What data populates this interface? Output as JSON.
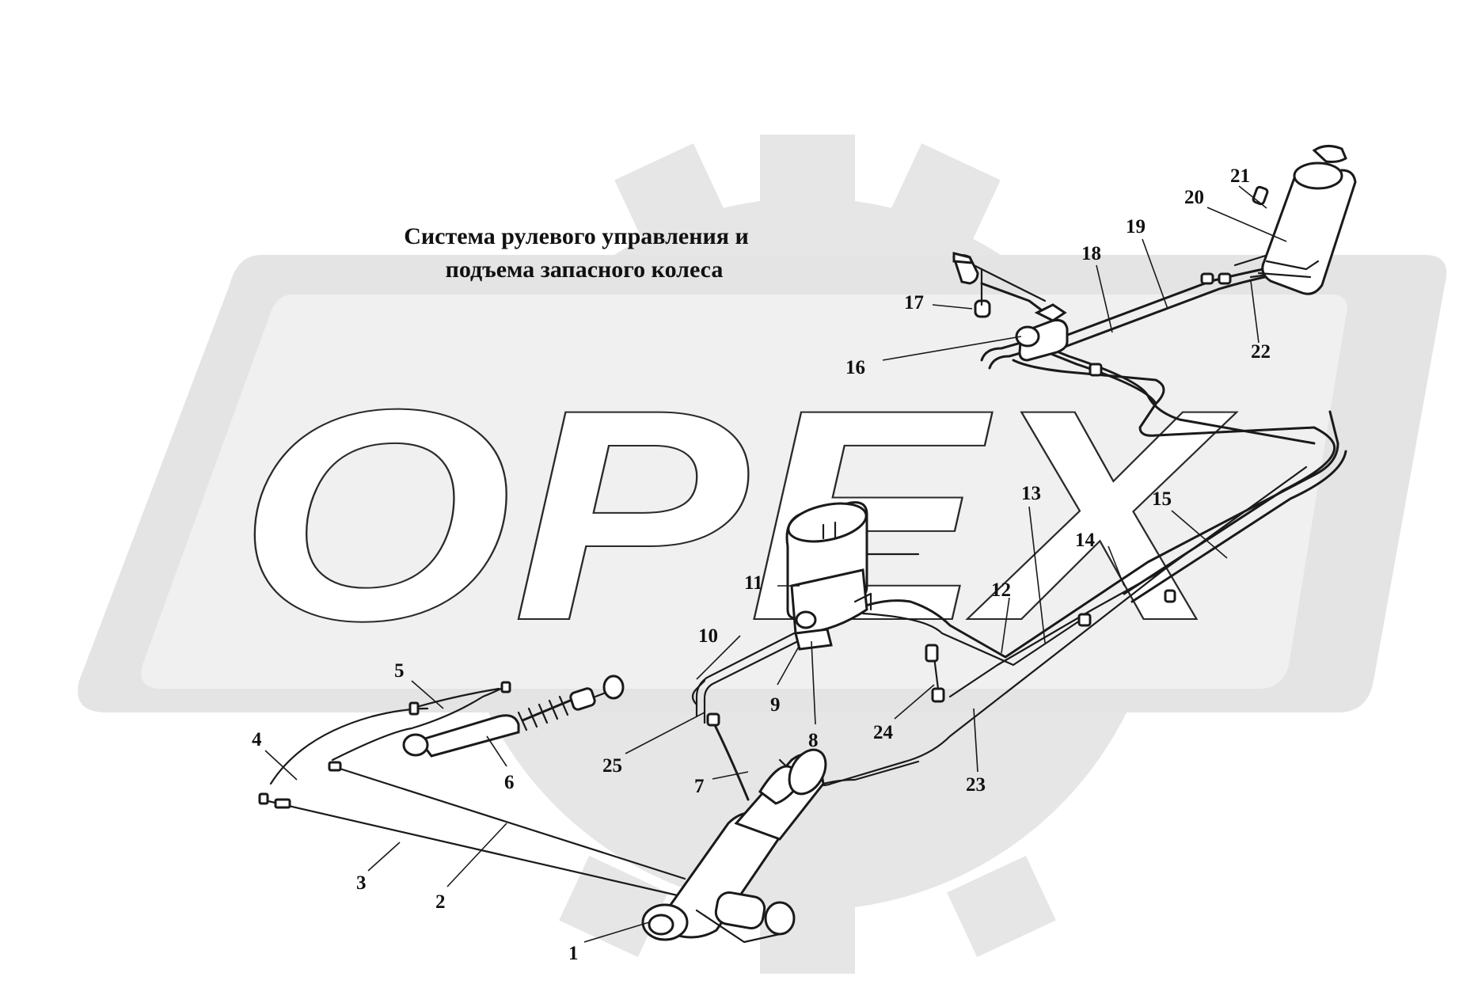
{
  "title": {
    "line1": "Система рулевого управления и",
    "line2": "подъема запасного колеса"
  },
  "watermark": {
    "text": "OPEX",
    "gear_color": "#e6e6e6",
    "plate_color": "#e4e4e4",
    "letter_fill": "#ffffff",
    "letter_stroke": "#2a2a2a"
  },
  "line_color": "#1a1a1a",
  "callouts": [
    "1",
    "2",
    "3",
    "4",
    "5",
    "6",
    "7",
    "8",
    "9",
    "10",
    "11",
    "12",
    "13",
    "14",
    "15",
    "16",
    "17",
    "18",
    "19",
    "20",
    "21",
    "22",
    "23",
    "24",
    "25"
  ]
}
